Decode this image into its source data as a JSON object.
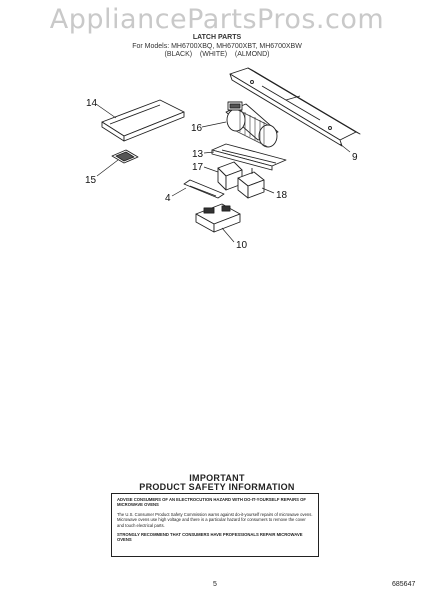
{
  "watermark": "AppliancePartsPros.com",
  "header": {
    "title": "LATCH PARTS",
    "models": "For Models: MH6700XBQ, MH6700XBT, MH6700XBW",
    "colors": [
      "(BLACK)",
      "(WHITE)",
      "(ALMOND)"
    ]
  },
  "callouts": [
    "14",
    "16",
    "9",
    "13",
    "17",
    "15",
    "4",
    "18",
    "10"
  ],
  "safety": {
    "title_line1": "IMPORTANT",
    "title_line2": "PRODUCT  SAFETY  INFORMATION",
    "para1": "ADVISE CONSUMERS OF AN ELECTROCUTION HAZARD WITH DO-IT-YOURSELF REPAIRS OF MICROWAVE OVENS",
    "para2": "The U.S. Consumer Product Safety Commission warns against do-it-yourself repairs of microwave ovens. Microwave ovens use high voltage and there is a particular hazard for consumers to remove the cover and touch electrical parts.",
    "para3": "STRONGLY RECOMMEND THAT CONSUMERS HAVE PROFESSIONALS REPAIR MICROWAVE OVENS"
  },
  "footer": {
    "page_number": "5",
    "part_code": "685647"
  }
}
